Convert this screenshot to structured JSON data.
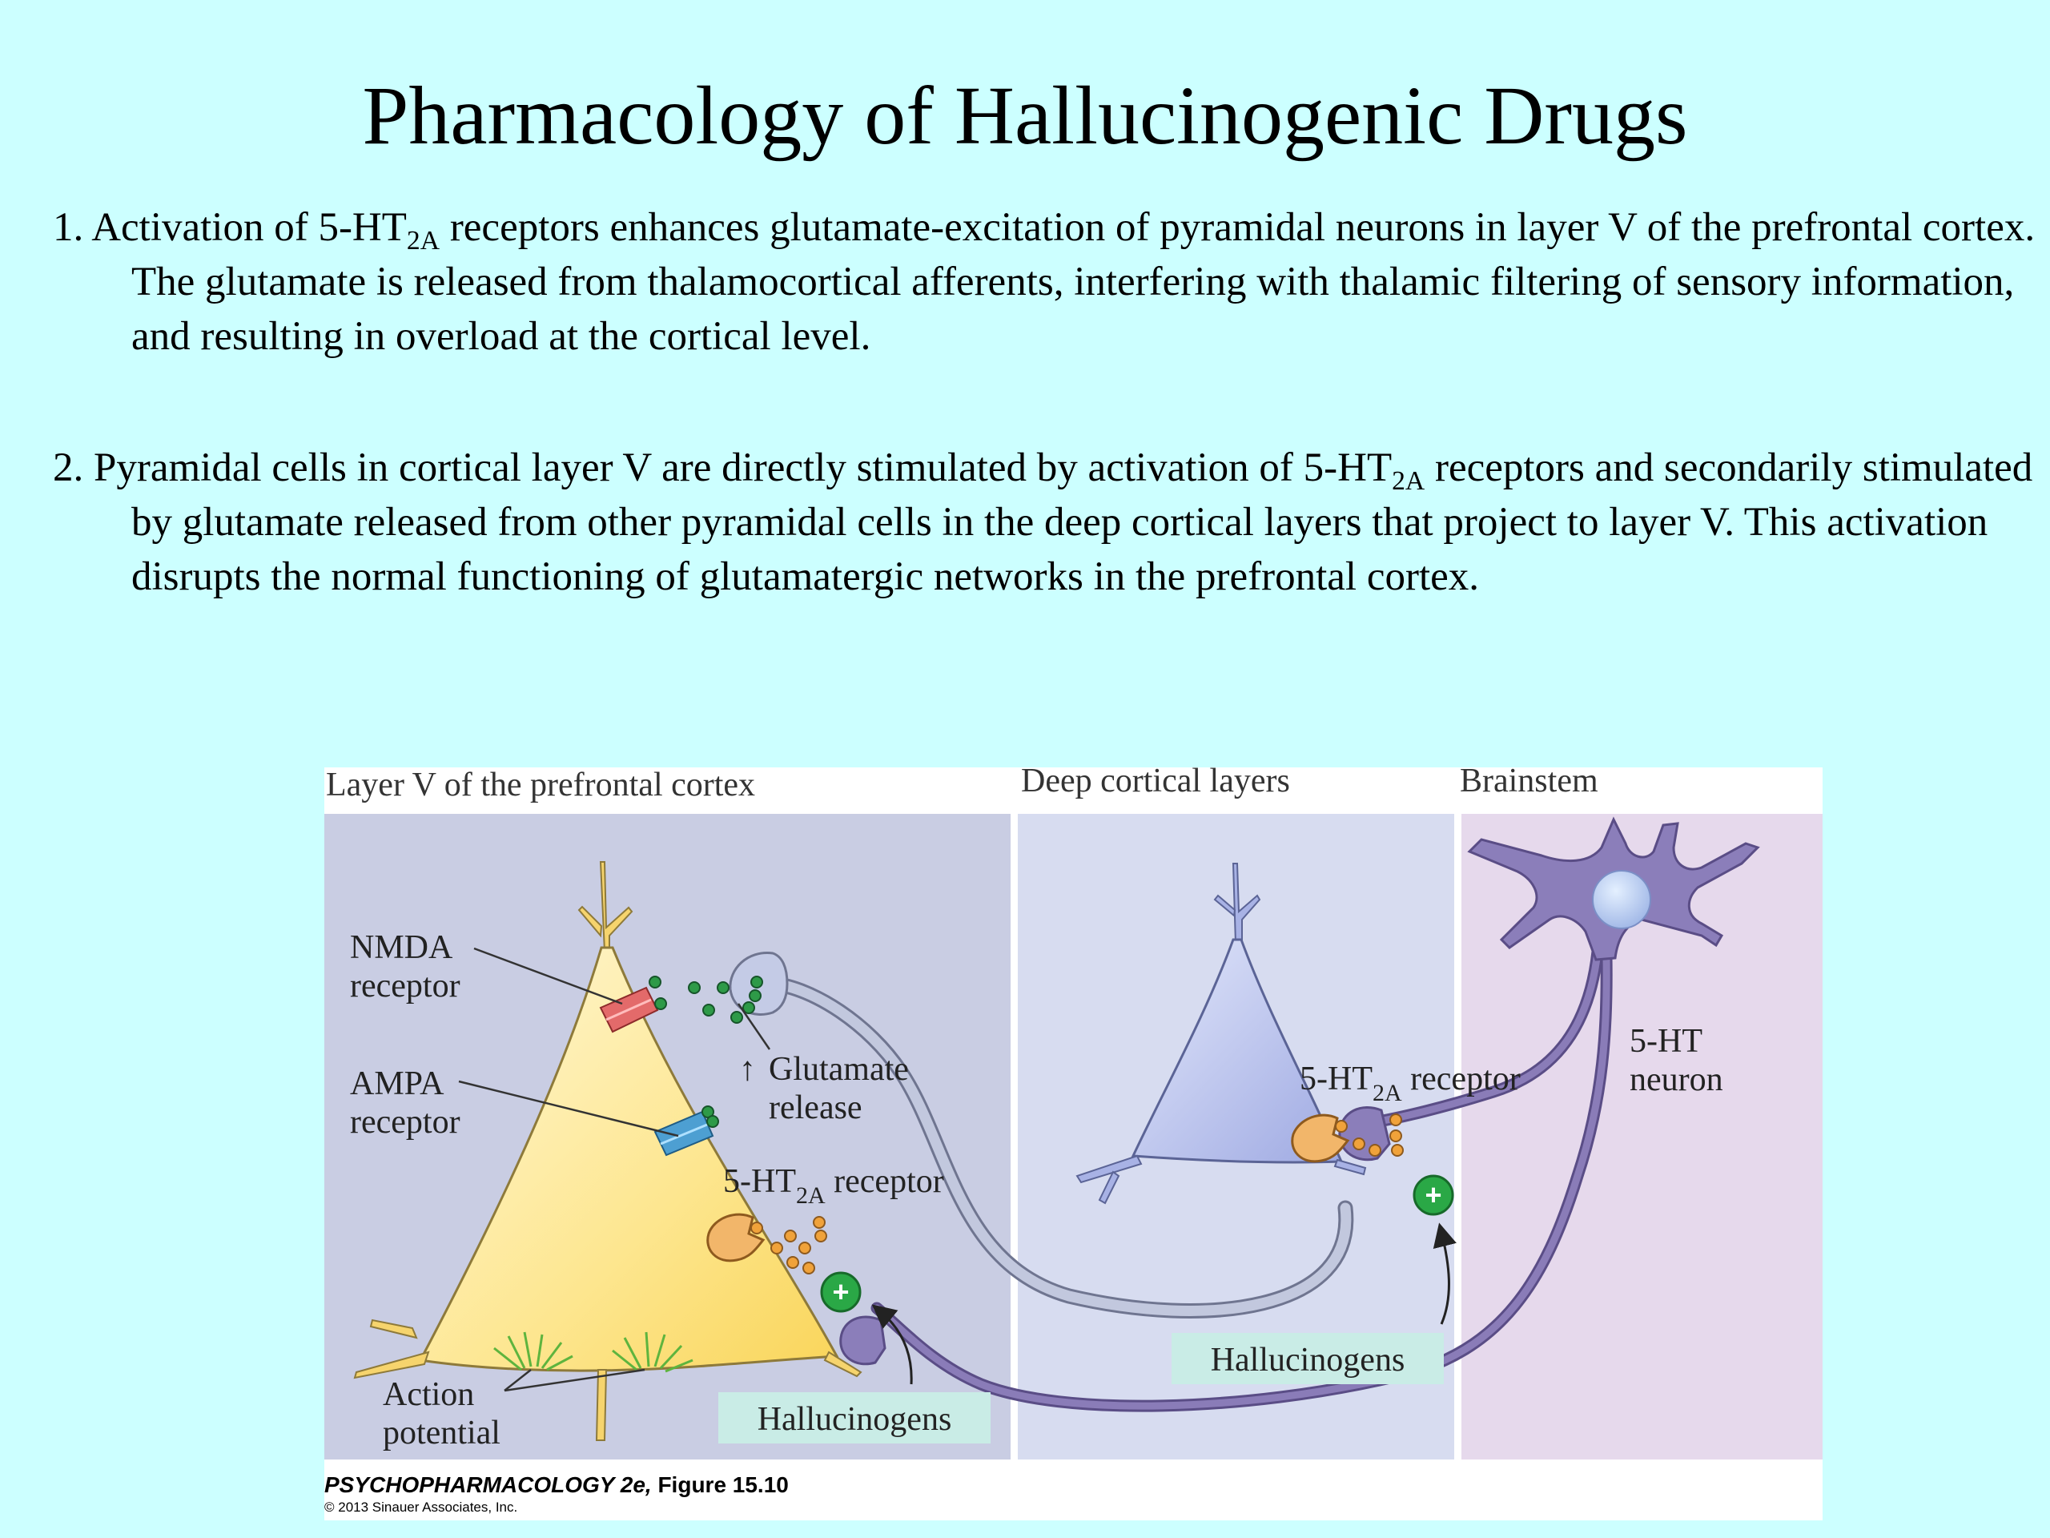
{
  "title": "Pharmacology of Hallucinogenic Drugs",
  "points": [
    {
      "number": "1.",
      "pre": "Activation of 5-HT",
      "sub": "2A",
      "post": " receptors enhances glutamate-excitation of pyramidal neurons in layer V of the prefrontal cortex. The glutamate is released from thalamocortical afferents, interfering with thalamic filtering of sensory information, and resulting in overload at the cortical level."
    },
    {
      "number": "2.",
      "pre": "Pyramidal cells in cortical layer V are directly stimulated by activation of 5-HT",
      "sub": "2A",
      "post": " receptors and secondarily stimulated by glutamate released from other pyramidal cells in the deep cortical layers that project to layer V. This activation disrupts the normal functioning of glutamatergic networks in the prefrontal cortex."
    }
  ],
  "figure": {
    "panels": {
      "layer5": "Layer V of the prefrontal cortex",
      "deep": "Deep cortical layers",
      "brainstem": "Brainstem"
    },
    "labels": {
      "nmda_1": "NMDA",
      "nmda_2": "receptor",
      "ampa_1": "AMPA",
      "ampa_2": "receptor",
      "glu_arrow": "↑",
      "glu_1": "Glutamate",
      "glu_2": "release",
      "ht_pre": "5-HT",
      "ht_sub": "2A",
      "ht_post": " receptor",
      "action_1": "Action",
      "action_2": "potential",
      "hallucinogens": "Hallucinogens",
      "neuron_1": "5-HT",
      "neuron_2": "neuron",
      "plus": "+"
    },
    "credit_title": "PSYCHOPHARMACOLOGY 2e,",
    "credit_figure": "Figure 15.10",
    "copyright": "© 2013 Sinauer Associates, Inc."
  },
  "colors": {
    "background": "#ccffff",
    "panel_layer5": "#c9cde3",
    "panel_deep": "#d7dcf0",
    "panel_brainstem": "#e6d9ec",
    "pyramidal_fill": "#fde48a",
    "neuron_purple": "#7d6ea8",
    "axon_gray": "#b3bad3",
    "glutamate_dots": "#2e9a48",
    "serotonin_dots": "#e89a2a",
    "plus_badge": "#2aa846",
    "hallucinogen_box": "#c9ece6"
  }
}
